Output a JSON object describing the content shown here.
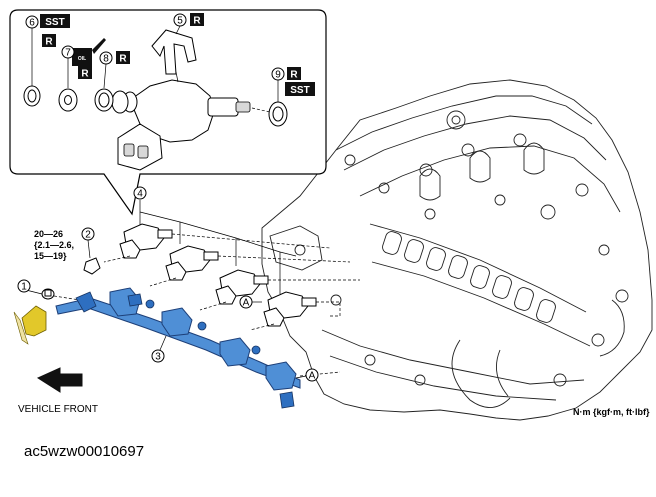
{
  "callouts": {
    "n1": "1",
    "n2": "2",
    "n3": "3",
    "n4": "4",
    "n5": "5",
    "n6": "6",
    "n7": "7",
    "n8": "8",
    "n9": "9"
  },
  "tags": {
    "sst_6": "SST",
    "r_6": "R",
    "r_7": "R",
    "r_8": "R",
    "r_5": "R",
    "r_9": "R",
    "sst_9": "SST",
    "oil": "OIL"
  },
  "torque": {
    "line1": "20—26",
    "line2": "{2.1—2.6,",
    "line3": "15—19}"
  },
  "markers": {
    "a_upper": "A",
    "a_lower": "A"
  },
  "labels": {
    "vehicle_front": "VEHICLE FRONT",
    "units": "N·m {kgf·m, ft·lbf}",
    "image_code": "ac5wzw00010697"
  }
}
